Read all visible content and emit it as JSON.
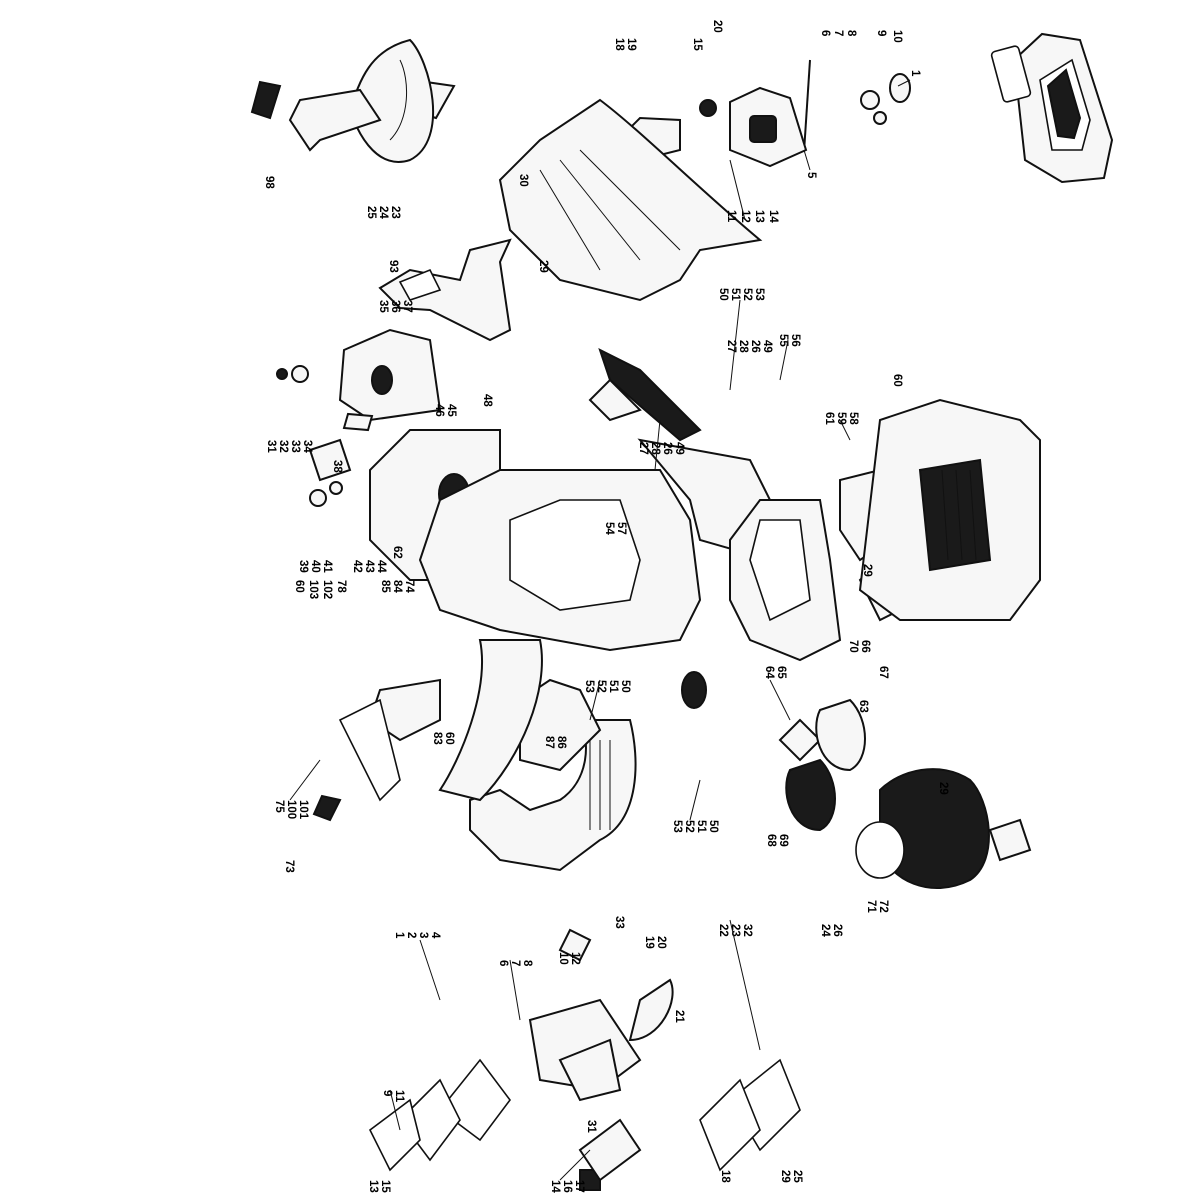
{
  "diagram": {
    "groups": [
      {
        "id": "top-assembly",
        "labels": [
          "1",
          "6",
          "7",
          "8",
          "9",
          "10",
          "5",
          "11",
          "12",
          "13",
          "14",
          "18",
          "19",
          "15",
          "20",
          "25",
          "24",
          "23",
          "98"
        ]
      },
      {
        "id": "rear-handle",
        "labels": [
          "30",
          "29",
          "93",
          "35",
          "36",
          "37",
          "31",
          "32",
          "33",
          "34",
          "38"
        ]
      },
      {
        "id": "fuel-tank",
        "labels": [
          "46",
          "45",
          "48",
          "39",
          "40",
          "41",
          "42",
          "43",
          "44",
          "62",
          "60",
          "103",
          "102",
          "78",
          "85",
          "84",
          "74"
        ]
      },
      {
        "id": "front-handle-bar",
        "labels": [
          "50",
          "51",
          "52",
          "53",
          "55",
          "56",
          "54",
          "57",
          "53",
          "52",
          "51",
          "50",
          "75",
          "100",
          "101",
          "73",
          "83",
          "60",
          "87",
          "86"
        ]
      },
      {
        "id": "engine-and-cover",
        "labels": [
          "27",
          "28",
          "26",
          "49",
          "27",
          "28",
          "26",
          "49",
          "60",
          "61",
          "59",
          "58",
          "29"
        ]
      },
      {
        "id": "starter",
        "labels": [
          "64",
          "65",
          "70",
          "66",
          "67",
          "63",
          "68",
          "69",
          "29",
          "71",
          "72",
          "53",
          "52",
          "51",
          "50"
        ]
      },
      {
        "id": "carburetor",
        "labels": [
          "1",
          "2",
          "3",
          "4",
          "6",
          "7",
          "8",
          "10",
          "12",
          "33",
          "19",
          "20",
          "21",
          "22",
          "23",
          "32",
          "24",
          "26",
          "9",
          "11",
          "31",
          "13",
          "15",
          "14",
          "16",
          "17",
          "18",
          "29",
          "25"
        ]
      }
    ]
  }
}
